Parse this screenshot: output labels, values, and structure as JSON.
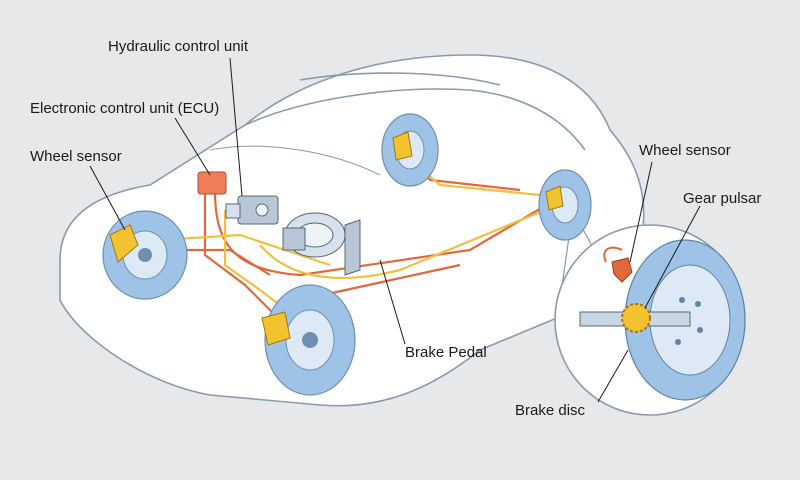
{
  "labels": {
    "hydraulic_control_unit": "Hydraulic control unit",
    "electronic_control_unit": "Electronic control unit (ECU)",
    "wheel_sensor_left": "Wheel sensor",
    "wheel_sensor_right": "Wheel sensor",
    "gear_pulsar": "Gear pulsar",
    "brake_pedal": "Brake Pedal",
    "brake_disc": "Brake disc"
  },
  "colors": {
    "background": "#e6e8ea",
    "car_outline": "#8a9aab",
    "car_fill": "#ffffff",
    "disc_blue": "#9ec3e6",
    "caliper_yellow": "#f2c230",
    "brake_line_orange": "#e2683c",
    "brake_line_yellow": "#f0c040",
    "ecu_red": "#ef7d5a",
    "hydraulic_grey": "#b9c6d6"
  }
}
